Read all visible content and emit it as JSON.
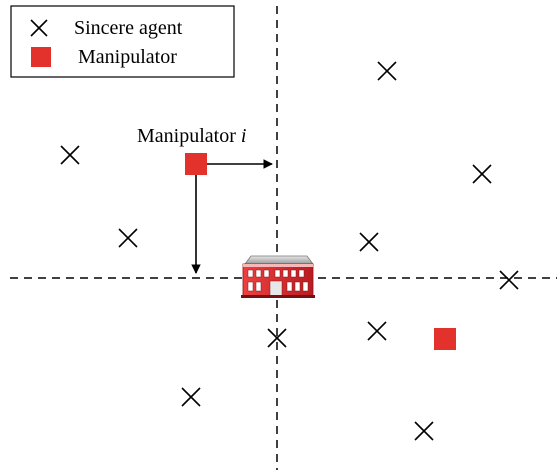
{
  "legend": {
    "sincere_label": "Sincere agent",
    "manipulator_label": "Manipulator"
  },
  "annotation": {
    "manipulator_prefix": "Manipulator ",
    "manipulator_index": "i"
  },
  "colors": {
    "manipulator_fill": "#e2322b",
    "agent_stroke": "#000000",
    "axis_stroke": "#000000",
    "building_red": "#d8262b",
    "building_roof": "#c0c0c0"
  },
  "icons": {
    "sincere_agent": "x-mark-icon",
    "manipulator": "red-square-icon",
    "facility": "building-icon"
  }
}
